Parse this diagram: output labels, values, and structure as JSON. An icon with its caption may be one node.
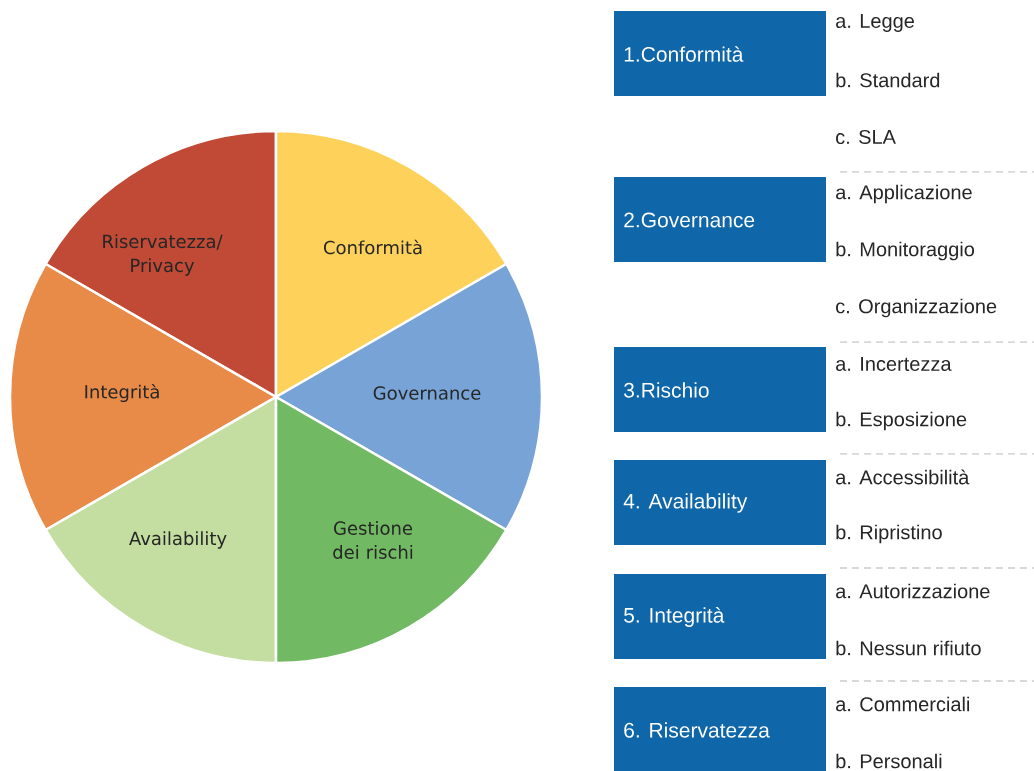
{
  "diagram": {
    "nodes": [
      {
        "text": [
          "Riservatezza/ Privacy"
        ]
      },
      {
        "text": [
          "Conformità"
        ]
      },
      {
        "text": [
          "Integrità"
        ]
      },
      {
        "text": [
          "Governance"
        ]
      },
      {
        "text": [
          "Availability"
        ]
      },
      {
        "text": [
          "Gestione dei rischi"
        ]
      },
      {
        "text": [
          "1.Conformità"
        ],
        "beside": [
          "a. Legge",
          "b. Standard",
          "c. SLA"
        ]
      },
      {
        "text": [
          "2.Governance"
        ],
        "beside": [
          "a. Applicazione",
          "b. Monitoraggio",
          "c. Organizzazione"
        ]
      },
      {
        "text": [
          "3.Rischio"
        ],
        "beside": [
          "a. Incertezza",
          "b. Esposizione"
        ]
      },
      {
        "text": [
          "4. Availability"
        ],
        "beside": [
          "a. Accessibilità",
          "b. Ripristino"
        ]
      },
      {
        "text": [
          "5. Integrità"
        ],
        "beside": [
          "a. Autorizzazione",
          "b. Nessun rifiuto"
        ]
      },
      {
        "text": [
          "6. Riservatezza"
        ],
        "beside": [
          "a. Commerciali",
          "b. Personali"
        ]
      }
    ]
  }
}
